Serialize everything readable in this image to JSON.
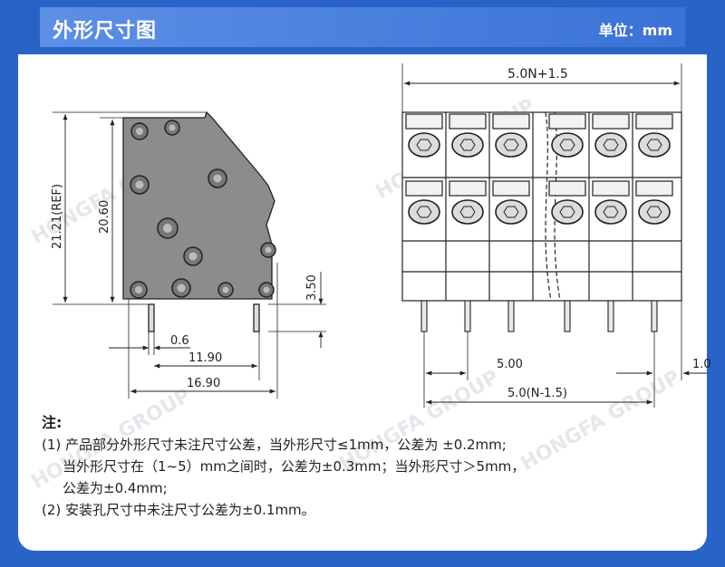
{
  "header": {
    "title": "外形尺寸图",
    "unit": "单位：mm"
  },
  "watermark": "HONGFA GROUP",
  "dims": {
    "width_formula": "5.0N+1.5",
    "height_ref": "21.21(REF)",
    "height": "20.60",
    "pin_len": "3.50",
    "pin_w": "0.6",
    "d1": "11.90",
    "d2": "16.90",
    "pitch": "5.00",
    "edge": "1.0",
    "span": "5.0(N-1.5)"
  },
  "notes": {
    "heading": "注:",
    "line1": "(1) 产品部分外形尺寸未注尺寸公差，当外形尺寸≤1mm，公差为 ±0.2mm;",
    "line2": "当外形尺寸在（1~5）mm之间时，公差为±0.3mm；当外形尺寸＞5mm，",
    "line3": "公差为±0.4mm;",
    "line4": "(2) 安装孔尺寸中未注尺寸公差为±0.1mm。"
  },
  "colors": {
    "brand": "#2a63c8",
    "header_bar": "#5c8fe6",
    "body_fill": "#8c8c8c",
    "line": "#222222"
  }
}
